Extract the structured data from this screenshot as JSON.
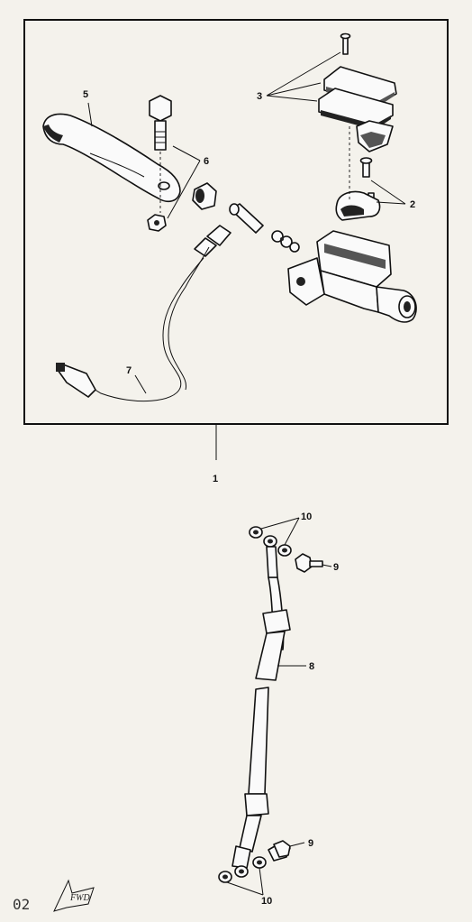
{
  "diagram": {
    "callouts": {
      "c1": "1",
      "c2": "2",
      "c3": "3",
      "c5": "5",
      "c6": "6",
      "c7": "7",
      "c8": "8",
      "c9a": "9",
      "c9b": "9",
      "c10a": "10",
      "c10b": "10"
    },
    "corner_stamp": "02",
    "fwd_mark": "FWD"
  }
}
